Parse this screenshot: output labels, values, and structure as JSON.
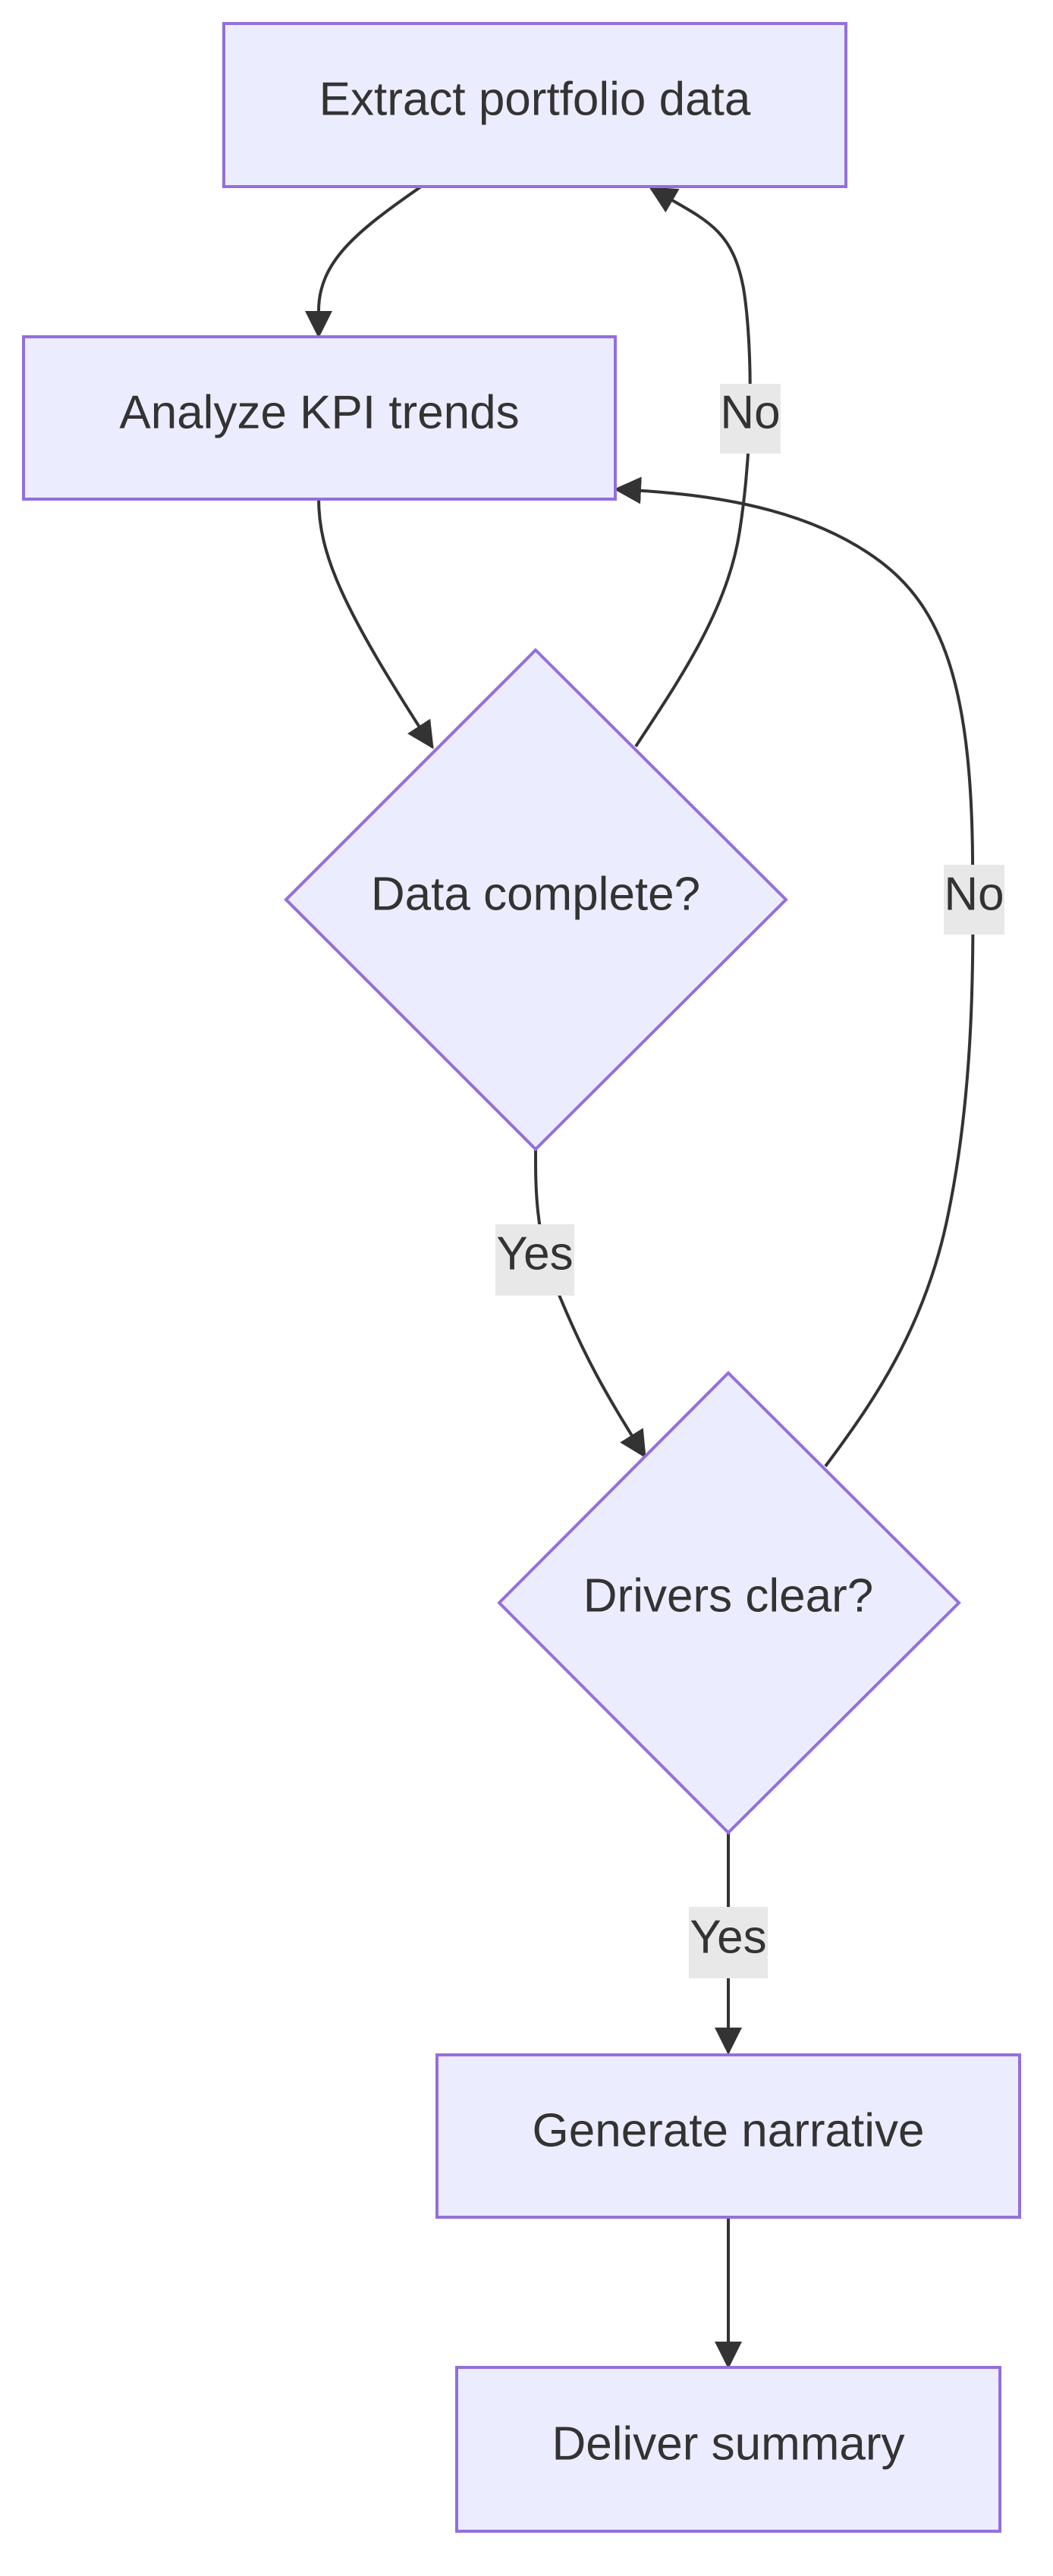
{
  "colors": {
    "node_fill": "#ECECFF",
    "node_stroke": "#9370DB",
    "edge": "#333333",
    "edge_label_bg": "#e8e8e8",
    "text": "#333333"
  },
  "nodes": {
    "extract": {
      "label": "Extract portfolio data",
      "shape": "rect"
    },
    "analyze": {
      "label": "Analyze KPI trends",
      "shape": "rect"
    },
    "data_complete": {
      "label": "Data complete?",
      "shape": "diamond"
    },
    "drivers_clear": {
      "label": "Drivers clear?",
      "shape": "diamond"
    },
    "generate": {
      "label": "Generate narrative",
      "shape": "rect"
    },
    "deliver": {
      "label": "Deliver summary",
      "shape": "rect"
    }
  },
  "edges": [
    {
      "from": "extract",
      "to": "analyze",
      "label": ""
    },
    {
      "from": "analyze",
      "to": "data_complete",
      "label": ""
    },
    {
      "from": "data_complete",
      "to": "extract",
      "label": "No"
    },
    {
      "from": "data_complete",
      "to": "drivers_clear",
      "label": "Yes"
    },
    {
      "from": "drivers_clear",
      "to": "analyze",
      "label": "No"
    },
    {
      "from": "drivers_clear",
      "to": "generate",
      "label": "Yes"
    },
    {
      "from": "generate",
      "to": "deliver",
      "label": ""
    }
  ]
}
